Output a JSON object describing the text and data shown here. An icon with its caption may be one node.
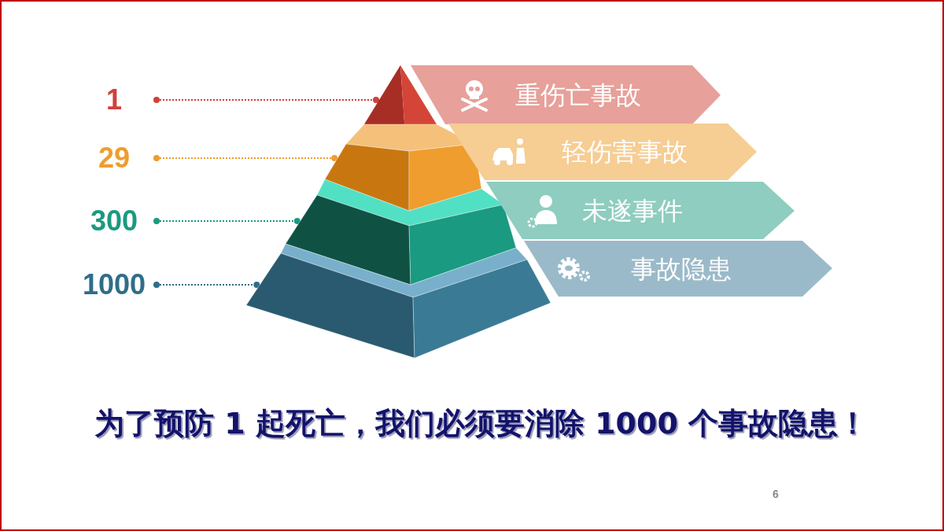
{
  "diagram": {
    "caption": "为了预防 1 起死亡，我们必须要消除 1000 个事故隐患！",
    "nodes": [
      {
        "text": [
          "1"
        ]
      },
      {
        "text": [
          "29"
        ]
      },
      {
        "text": [
          "300"
        ]
      },
      {
        "text": [
          "1000"
        ]
      },
      {
        "text": [],
        "shape": "triangle"
      },
      {
        "text": [],
        "shape": "trapezoid"
      },
      {
        "text": [],
        "shape": "trapezoid"
      },
      {
        "text": [],
        "shape": "trapezoid"
      },
      {
        "text": [
          "重伤亡事故"
        ]
      },
      {
        "text": [
          "轻伤害事故"
        ]
      },
      {
        "text": [
          "未遂事件"
        ]
      },
      {
        "text": [
          "事故隐患"
        ]
      }
    ],
    "edges": [
      {
        "from": 0,
        "to": 4,
        "arrow": "other",
        "style": "dashed",
        "color": "#d0413a"
      },
      {
        "from": 1,
        "to": 5,
        "arrow": "other",
        "style": "dashed",
        "color": "#ef9d2e"
      },
      {
        "from": 2,
        "to": 6,
        "arrow": "other",
        "style": "dashed",
        "color": "#1a9a80"
      },
      {
        "from": 3,
        "to": 7,
        "arrow": "other",
        "style": "dashed",
        "color": "#2f6e8a"
      }
    ],
    "labels": [
      "6"
    ]
  }
}
